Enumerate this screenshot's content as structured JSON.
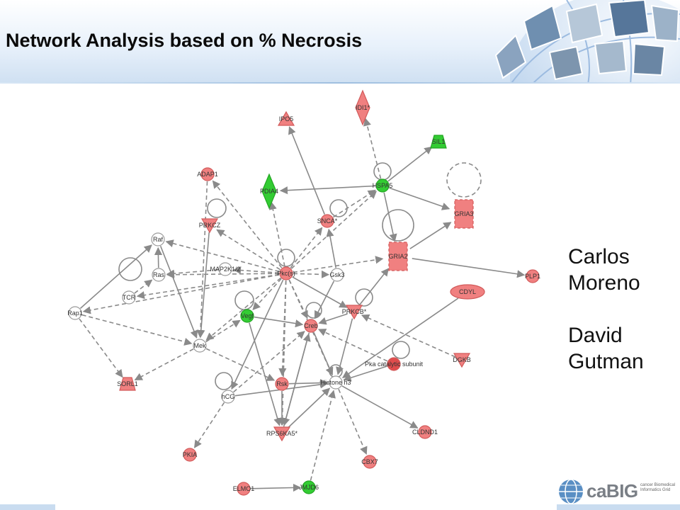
{
  "title": "Network Analysis based on % Necrosis",
  "authors": [
    "Carlos",
    "Moreno",
    "",
    "David",
    "Gutman"
  ],
  "logo": {
    "wordmark": "caBIG",
    "tagline": "cancer Biomedical Informatics Grid"
  },
  "colors": {
    "red": "#f08080",
    "darkred": "#e04c4c",
    "green": "#33cc33",
    "white": "#ffffff"
  },
  "network": {
    "nodes": [
      {
        "id": "IDI1",
        "label": "IDI1*",
        "shape": "diamond",
        "color": "red"
      },
      {
        "id": "IPO5",
        "label": "IPO5",
        "shape": "triangle",
        "color": "red"
      },
      {
        "id": "SIL1",
        "label": "SIL1",
        "shape": "trapezoid",
        "color": "green"
      },
      {
        "id": "ADAP1",
        "label": "ADAP1",
        "shape": "circle",
        "color": "red"
      },
      {
        "id": "PDIA4",
        "label": "PDIA4",
        "shape": "diamond",
        "color": "green"
      },
      {
        "id": "HSPA5",
        "label": "HSPA5",
        "shape": "circle",
        "color": "green"
      },
      {
        "id": "GRIA3",
        "label": "GRIA3",
        "shape": "rect",
        "color": "red"
      },
      {
        "id": "PRKCZ",
        "label": "PRKCZ",
        "shape": "vtriangle",
        "color": "red"
      },
      {
        "id": "SNCA",
        "label": "SNCA*",
        "shape": "circle",
        "color": "red"
      },
      {
        "id": "Raf",
        "label": "Raf",
        "shape": "circle",
        "color": "white"
      },
      {
        "id": "GRIA2",
        "label": "GRIA2",
        "shape": "rect",
        "color": "red"
      },
      {
        "id": "MAP2K12",
        "label": "MAP2K1/2",
        "shape": "circle",
        "color": "white"
      },
      {
        "id": "Pkcs",
        "label": "Pkc(s)",
        "shape": "circle",
        "color": "red"
      },
      {
        "id": "Gsk3",
        "label": "Gsk3",
        "shape": "circle",
        "color": "white"
      },
      {
        "id": "Ras",
        "label": "Ras",
        "shape": "circle",
        "color": "white"
      },
      {
        "id": "PLP1",
        "label": "PLP1",
        "shape": "circle",
        "color": "red"
      },
      {
        "id": "TCR",
        "label": "TCR",
        "shape": "circle",
        "color": "white"
      },
      {
        "id": "CDYL",
        "label": "CDYL",
        "shape": "ellipse",
        "color": "red"
      },
      {
        "id": "Rap1",
        "label": "Rap1",
        "shape": "circle",
        "color": "white"
      },
      {
        "id": "Vegf",
        "label": "Vegf",
        "shape": "circle",
        "color": "green"
      },
      {
        "id": "PRKCB",
        "label": "PRKCB*",
        "shape": "vtriangle",
        "color": "red"
      },
      {
        "id": "Creb",
        "label": "Creb",
        "shape": "circle",
        "color": "red"
      },
      {
        "id": "Mek",
        "label": "Mek",
        "shape": "circle",
        "color": "white"
      },
      {
        "id": "Pka",
        "label": "Pka catalytic subunit",
        "shape": "circle",
        "color": "darkred"
      },
      {
        "id": "DGKB",
        "label": "DGKB",
        "shape": "vtriangle",
        "color": "red"
      },
      {
        "id": "SORL1",
        "label": "SORL1",
        "shape": "trapezoid",
        "color": "red"
      },
      {
        "id": "Rsk",
        "label": "Rsk",
        "shape": "circle",
        "color": "red"
      },
      {
        "id": "HistoneH3",
        "label": "Histone h3",
        "shape": "circle",
        "color": "white"
      },
      {
        "id": "hCG",
        "label": "hCG",
        "shape": "circle",
        "color": "white"
      },
      {
        "id": "CLDND1",
        "label": "CLDND1",
        "shape": "circle",
        "color": "red"
      },
      {
        "id": "RPS6KA5",
        "label": "RPS6KA5*",
        "shape": "vtriangle",
        "color": "red"
      },
      {
        "id": "PKIA",
        "label": "PKIA",
        "shape": "circle",
        "color": "red"
      },
      {
        "id": "CBX7",
        "label": "CBX7",
        "shape": "circle",
        "color": "red"
      },
      {
        "id": "JMJD6",
        "label": "JMJD6",
        "shape": "circle",
        "color": "green"
      },
      {
        "id": "ELMO1",
        "label": "ELMO1",
        "shape": "circle",
        "color": "red"
      }
    ],
    "edges": [
      [
        "HSPA5",
        "IDI1",
        "dashed"
      ],
      [
        "HSPA5",
        "SIL1",
        "solid"
      ],
      [
        "HSPA5",
        "PDIA4",
        "solid"
      ],
      [
        "HSPA5",
        "GRIA3",
        "solid"
      ],
      [
        "HSPA5",
        "GRIA2",
        "solid"
      ],
      [
        "SNCA",
        "IPO5",
        "solid"
      ],
      [
        "SNCA",
        "HSPA5",
        "dashed"
      ],
      [
        "Pkcs",
        "SNCA",
        "dashed"
      ],
      [
        "Pkcs",
        "PDIA4",
        "dashed"
      ],
      [
        "Pkcs",
        "ADAP1",
        "dashed"
      ],
      [
        "Pkcs",
        "PRKCZ",
        "dashed"
      ],
      [
        "Pkcs",
        "HSPA5",
        "dashed"
      ],
      [
        "Pkcs",
        "GRIA2",
        "dashed"
      ],
      [
        "Pkcs",
        "Raf",
        "dashed"
      ],
      [
        "Pkcs",
        "Ras",
        "dashed"
      ],
      [
        "Pkcs",
        "TCR",
        "dashed"
      ],
      [
        "Pkcs",
        "Rap1",
        "dashed"
      ],
      [
        "Pkcs",
        "MAP2K12",
        "dashed"
      ],
      [
        "Pkcs",
        "Gsk3",
        "dashed"
      ],
      [
        "Pkcs",
        "Vegf",
        "dashed"
      ],
      [
        "Pkcs",
        "Creb",
        "dashed"
      ],
      [
        "Pkcs",
        "PRKCB",
        "solid"
      ],
      [
        "Pkcs",
        "Mek",
        "dashed"
      ],
      [
        "Pkcs",
        "Rsk",
        "dashed"
      ],
      [
        "Pkcs",
        "hCG",
        "solid"
      ],
      [
        "Pkcs",
        "HistoneH3",
        "dashed"
      ],
      [
        "Pkcs",
        "RPS6KA5",
        "dashed"
      ],
      [
        "GRIA2",
        "GRIA3",
        "solid"
      ],
      [
        "GRIA2",
        "PLP1",
        "solid"
      ],
      [
        "PRKCB",
        "GRIA2",
        "solid"
      ],
      [
        "Gsk3",
        "Creb",
        "solid"
      ],
      [
        "Gsk3",
        "SNCA",
        "solid"
      ],
      [
        "CDYL",
        "HistoneH3",
        "solid"
      ],
      [
        "PRKCB",
        "Creb",
        "solid"
      ],
      [
        "Pka",
        "Creb",
        "dashed"
      ],
      [
        "DGKB",
        "PRKCB",
        "dashed"
      ],
      [
        "Pka",
        "HistoneH3",
        "solid"
      ],
      [
        "Vegf",
        "Creb",
        "solid"
      ],
      [
        "Mek",
        "Vegf",
        "dashed"
      ],
      [
        "Raf",
        "Mek",
        "solid"
      ],
      [
        "Ras",
        "Raf",
        "solid"
      ],
      [
        "Rap1",
        "Raf",
        "solid"
      ],
      [
        "Rap1",
        "Mek",
        "dashed"
      ],
      [
        "Rap1",
        "SORL1",
        "dashed"
      ],
      [
        "TCR",
        "Ras",
        "dashed"
      ],
      [
        "Mek",
        "Rsk",
        "dashed"
      ],
      [
        "Mek",
        "SORL1",
        "dashed"
      ],
      [
        "Creb",
        "HistoneH3",
        "solid"
      ],
      [
        "Rsk",
        "HistoneH3",
        "solid"
      ],
      [
        "RPS6KA5",
        "HistoneH3",
        "solid"
      ],
      [
        "RPS6KA5",
        "Creb",
        "solid"
      ],
      [
        "HistoneH3",
        "CLDND1",
        "solid"
      ],
      [
        "HistoneH3",
        "CBX7",
        "dashed"
      ],
      [
        "JMJD6",
        "HistoneH3",
        "dashed"
      ],
      [
        "ELMO1",
        "JMJD6",
        "solid"
      ],
      [
        "hCG",
        "PKIA",
        "dashed"
      ],
      [
        "hCG",
        "Creb",
        "dashed"
      ],
      [
        "hCG",
        "HistoneH3",
        "solid"
      ],
      [
        "Rsk",
        "RPS6KA5",
        "solid"
      ],
      [
        "Creb",
        "RPS6KA5",
        "solid"
      ],
      [
        "PRKCZ",
        "Mek",
        "solid"
      ],
      [
        "MAP2K12",
        "Ras",
        "dashed"
      ],
      [
        "Vegf",
        "RPS6KA5",
        "solid"
      ],
      [
        "ADAP1",
        "Mek",
        "dashed"
      ],
      [
        "PRKCB",
        "HistoneH3",
        "solid"
      ]
    ]
  }
}
